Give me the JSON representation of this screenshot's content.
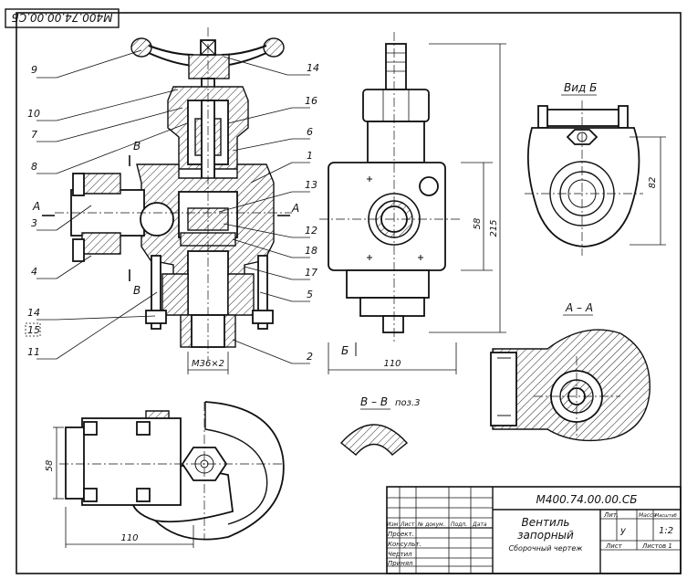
{
  "stamp": {
    "code_rotated": "М400.74.00.00.СБ"
  },
  "leaders": [
    {
      "id": "p9",
      "label": "9"
    },
    {
      "id": "p14a",
      "label": "14"
    },
    {
      "id": "p10",
      "label": "10"
    },
    {
      "id": "p16",
      "label": "16"
    },
    {
      "id": "p7",
      "label": "7"
    },
    {
      "id": "p6",
      "label": "6"
    },
    {
      "id": "p8",
      "label": "8"
    },
    {
      "id": "p1",
      "label": "1"
    },
    {
      "id": "p13",
      "label": "13"
    },
    {
      "id": "p3",
      "label": "3"
    },
    {
      "id": "p12",
      "label": "12"
    },
    {
      "id": "p18",
      "label": "18"
    },
    {
      "id": "p4",
      "label": "4"
    },
    {
      "id": "p17",
      "label": "17"
    },
    {
      "id": "p5",
      "label": "5"
    },
    {
      "id": "p14b",
      "label": "14"
    },
    {
      "id": "p15",
      "label": "15"
    },
    {
      "id": "p11",
      "label": "11"
    },
    {
      "id": "p2",
      "label": "2"
    }
  ],
  "section_marks": {
    "A_left": "А",
    "A_right": "А",
    "B_top": "В",
    "B_bottom": "В",
    "B_side": "Б"
  },
  "dimensions": {
    "thread": "М36×2",
    "front_width": "110",
    "front_height": "215",
    "front_inner": "58",
    "top_width": "110",
    "top_height": "58",
    "vidb_height": "82"
  },
  "views": {
    "vid_b": "Вид Б",
    "a_a": "А – А",
    "b_b": "В – В",
    "b_b_note": "поз.3"
  },
  "title_block": {
    "code": "М400.74.00.00.СБ",
    "name_line1": "Вентиль",
    "name_line2": "запорный",
    "doc_type": "Сборочный чертеж",
    "col_headers": [
      "Изм",
      "Лист",
      "№ докум.",
      "Подп.",
      "Дата"
    ],
    "roles": [
      "Проект.",
      "Консульт.",
      "Чертил",
      "Принял"
    ],
    "lit": "Лит.",
    "mass": "Масса",
    "scale_label": "Масштаб",
    "lit_value": "у",
    "scale_value": "1:2",
    "sheet_label": "Лист",
    "sheets_label": "Листов 1"
  }
}
